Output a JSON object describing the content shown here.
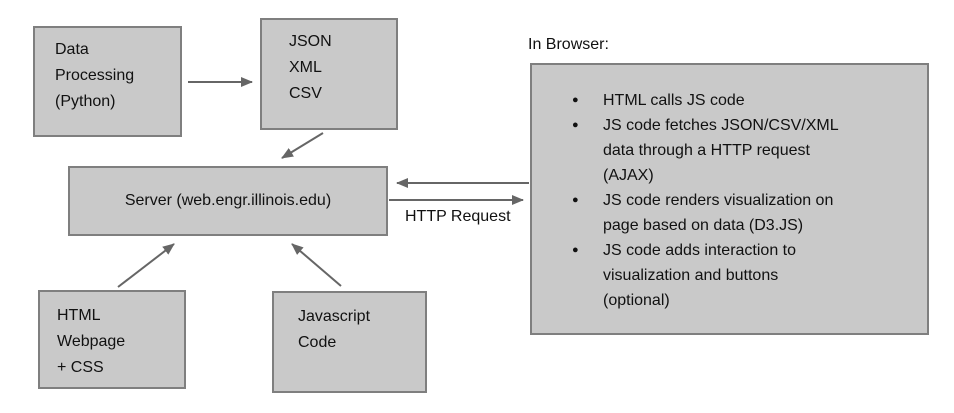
{
  "diagram": {
    "title_context": "Data visualization client-server architecture diagram",
    "boxes": {
      "data_processing": {
        "label": "Data\nProcessing\n(Python)"
      },
      "formats": {
        "label": "JSON\nXML\nCSV"
      },
      "server": {
        "label": "Server (web.engr.illinois.edu)"
      },
      "html_webpage": {
        "label": "HTML\nWebpage\n+ CSS"
      },
      "javascript_code": {
        "label": "Javascript\nCode"
      }
    },
    "labels": {
      "in_browser": "In Browser:",
      "http_request": "HTTP Request"
    },
    "browser_panel": {
      "items": [
        "HTML calls JS code",
        "JS code fetches JSON/CSV/XML\ndata through a HTTP request\n(AJAX)",
        "JS code renders visualization on\npage based on data (D3.JS)",
        "JS code adds interaction to\nvisualization and buttons\n(optional)"
      ]
    },
    "colors": {
      "box_fill": "#c9c9c9",
      "box_border": "#7f7f7f",
      "arrow": "#666666",
      "text": "#111111",
      "background": "#ffffff"
    }
  }
}
